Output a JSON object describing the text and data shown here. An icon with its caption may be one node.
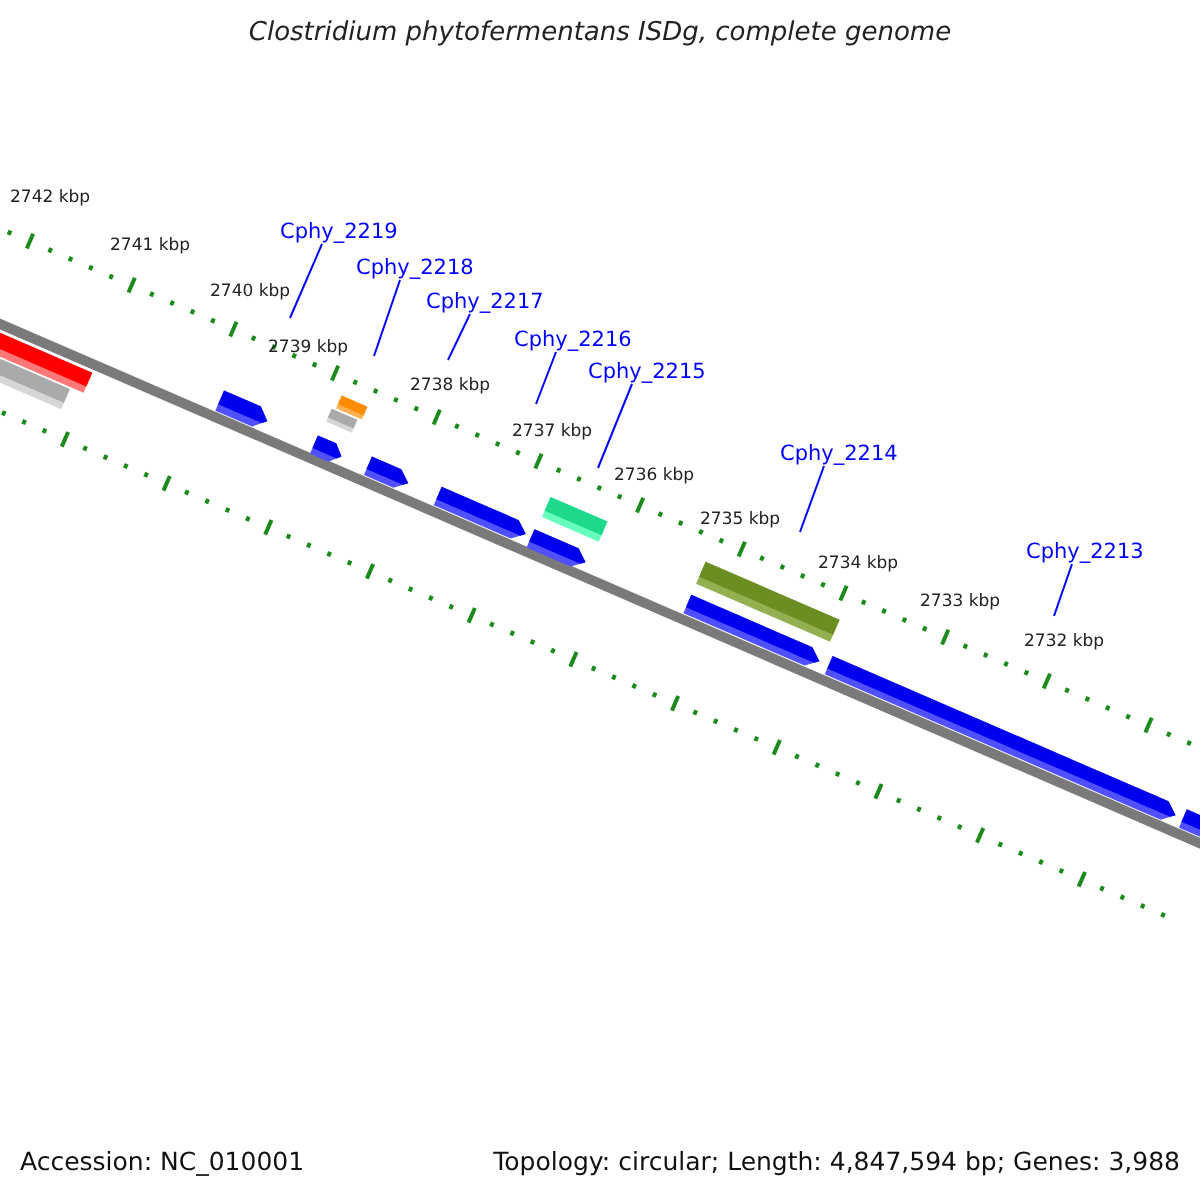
{
  "diagram": {
    "title": "Clostridium phytofermentans ISDg, complete genome",
    "nodes": [
      {
        "text": [
          "Cphy_2219"
        ]
      },
      {
        "text": [
          "Cphy_2218"
        ]
      },
      {
        "text": [
          "Cphy_2217"
        ]
      },
      {
        "text": [
          "Cphy_2216"
        ]
      },
      {
        "text": [
          "Cphy_2215"
        ]
      },
      {
        "text": [
          "Cphy_2214"
        ]
      },
      {
        "text": [
          "Cphy_2213"
        ]
      }
    ],
    "edges": [
      {
        "from": 0,
        "to": null,
        "arrow": "none"
      },
      {
        "from": 1,
        "to": null,
        "arrow": "none"
      },
      {
        "from": 2,
        "to": null,
        "arrow": "none"
      },
      {
        "from": 3,
        "to": null,
        "arrow": "none"
      },
      {
        "from": 4,
        "to": null,
        "arrow": "none"
      },
      {
        "from": 5,
        "to": null,
        "arrow": "none"
      },
      {
        "from": 6,
        "to": null,
        "arrow": "none"
      }
    ],
    "labels": [
      "2742 kbp",
      "2741 kbp",
      "2740 kbp",
      "2739 kbp",
      "2738 kbp",
      "2737 kbp",
      "2736 kbp",
      "2735 kbp",
      "2734 kbp",
      "2733 kbp",
      "2732 kbp",
      "Accession: NC_010001",
      "Topology: circular; Length: 4,847,594 bp; Genes: 3,988"
    ]
  }
}
